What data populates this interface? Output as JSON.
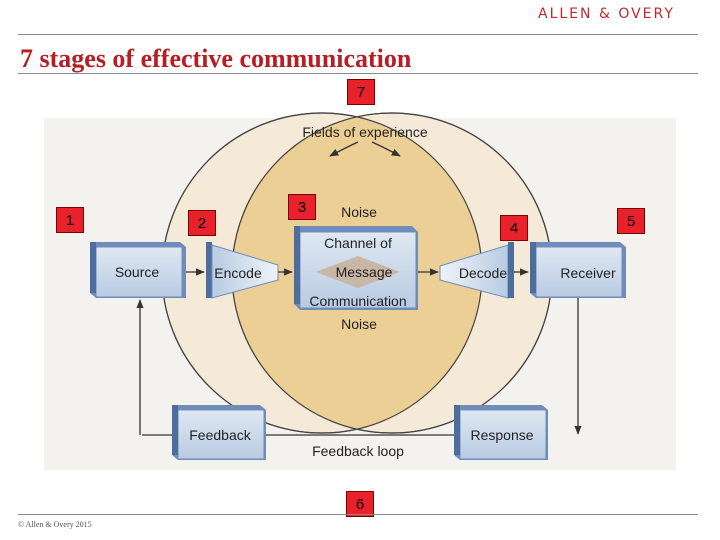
{
  "header": {
    "logo_text": "ALLEN & OVERY",
    "title": "7 stages of effective communication"
  },
  "footer": {
    "copyright": "© Allen & Overy 2015"
  },
  "diagram": {
    "fields_label": "Fields of experience",
    "source": "Source",
    "encode": "Encode",
    "channel_line1": "Channel of",
    "message": "Message",
    "communication": "Communication",
    "noise_top": "Noise",
    "noise_bottom": "Noise",
    "decode": "Decode",
    "receiver": "Receiver",
    "feedback": "Feedback",
    "response": "Response",
    "feedback_loop": "Feedback loop"
  },
  "stage_markers": [
    "1",
    "2",
    "3",
    "4",
    "5",
    "6",
    "7"
  ],
  "colors": {
    "brand_red": "#b51f24",
    "marker_red": "#e8212a",
    "box_face": "#c9d8ea",
    "box_edge": "#6f8db8",
    "circle_fill": "#f5ead8",
    "overlap_fill": "#eccf94"
  }
}
